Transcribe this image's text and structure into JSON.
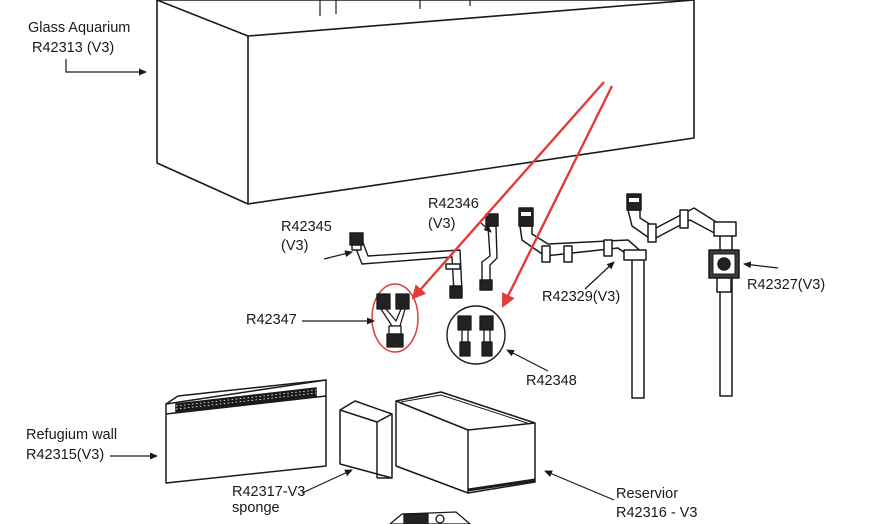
{
  "labels": {
    "glass_aquarium_name": "Glass Aquarium",
    "glass_aquarium_code": "R42313 (V3)",
    "r42345_code": "R42345",
    "r42345_ver": "(V3)",
    "r42346_code": "R42346",
    "r42346_ver": "(V3)",
    "r42347": "R42347",
    "r42348": "R42348",
    "r42329": "R42329(V3)",
    "r42327": "R42327(V3)",
    "refugium_name": "Refugium wall",
    "refugium_code": "R42315(V3)",
    "sponge_code": "R42317-V3",
    "sponge_name": "sponge",
    "reservoir_name": "Reservior",
    "reservoir_code": "R42316 - V3"
  },
  "colors": {
    "line": "#1a1a1a",
    "highlight_arrow": "#e23b3b",
    "highlight_circle": "#e23b3b"
  }
}
